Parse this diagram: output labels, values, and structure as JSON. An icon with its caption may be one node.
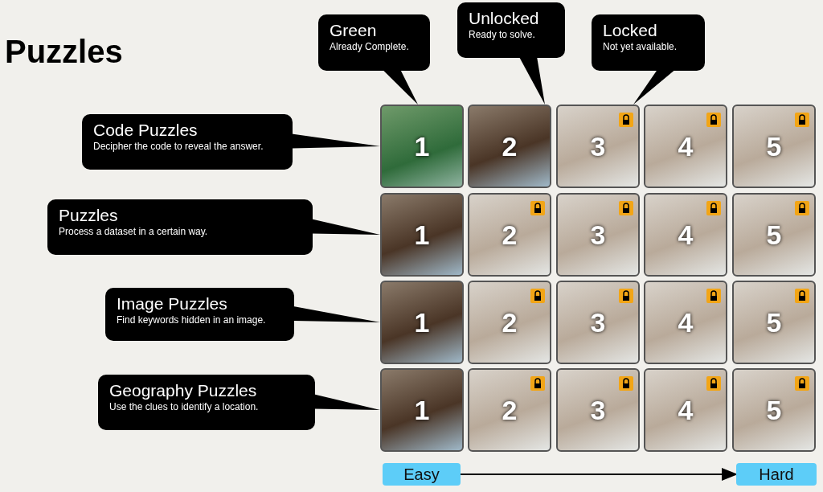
{
  "diagram": {
    "title": "Puzzles",
    "nodes": [
      {
        "text": [
          "Green",
          "Already Complete."
        ]
      },
      {
        "text": [
          "Unlocked",
          "Ready to solve."
        ]
      },
      {
        "text": [
          "Locked",
          "Not yet available."
        ]
      },
      {
        "text": [
          "Code Puzzles",
          "Decipher the code to reveal the answer."
        ]
      },
      {
        "text": [
          "1"
        ]
      },
      {
        "text": [
          "2"
        ]
      },
      {
        "text": [
          "3"
        ]
      },
      {
        "text": [
          "4"
        ]
      },
      {
        "text": [
          "5"
        ]
      },
      {
        "text": [
          "Puzzles",
          "Process a dataset in a certain way."
        ]
      },
      {
        "text": [
          "1"
        ]
      },
      {
        "text": [
          "2"
        ]
      },
      {
        "text": [
          "3"
        ]
      },
      {
        "text": [
          "4"
        ]
      },
      {
        "text": [
          "5"
        ]
      },
      {
        "text": [
          "Image Puzzles",
          "Find keywords hidden in an image."
        ]
      },
      {
        "text": [
          "1"
        ]
      },
      {
        "text": [
          "2"
        ]
      },
      {
        "text": [
          "3"
        ]
      },
      {
        "text": [
          "4"
        ]
      },
      {
        "text": [
          "5"
        ]
      },
      {
        "text": [
          "Geography Puzzles",
          "Use the clues to identify a location."
        ]
      },
      {
        "text": [
          "1"
        ]
      },
      {
        "text": [
          "2"
        ]
      },
      {
        "text": [
          "3"
        ]
      },
      {
        "text": [
          "4"
        ]
      },
      {
        "text": [
          "5"
        ]
      },
      {
        "text": [
          "Easy"
        ]
      },
      {
        "text": [
          "Hard"
        ]
      }
    ],
    "edges": [
      {
        "from": 0,
        "to": 4,
        "arrow": "none"
      },
      {
        "from": 1,
        "to": 5,
        "arrow": "none"
      },
      {
        "from": 2,
        "to": 6,
        "arrow": "none"
      },
      {
        "from": 3,
        "to": 4,
        "arrow": "none"
      },
      {
        "from": 9,
        "to": 10,
        "arrow": "none"
      },
      {
        "from": 15,
        "to": 16,
        "arrow": "none"
      },
      {
        "from": 21,
        "to": 22,
        "arrow": "none"
      },
      {
        "from": 27,
        "to": 28,
        "arrow": "to"
      }
    ]
  }
}
